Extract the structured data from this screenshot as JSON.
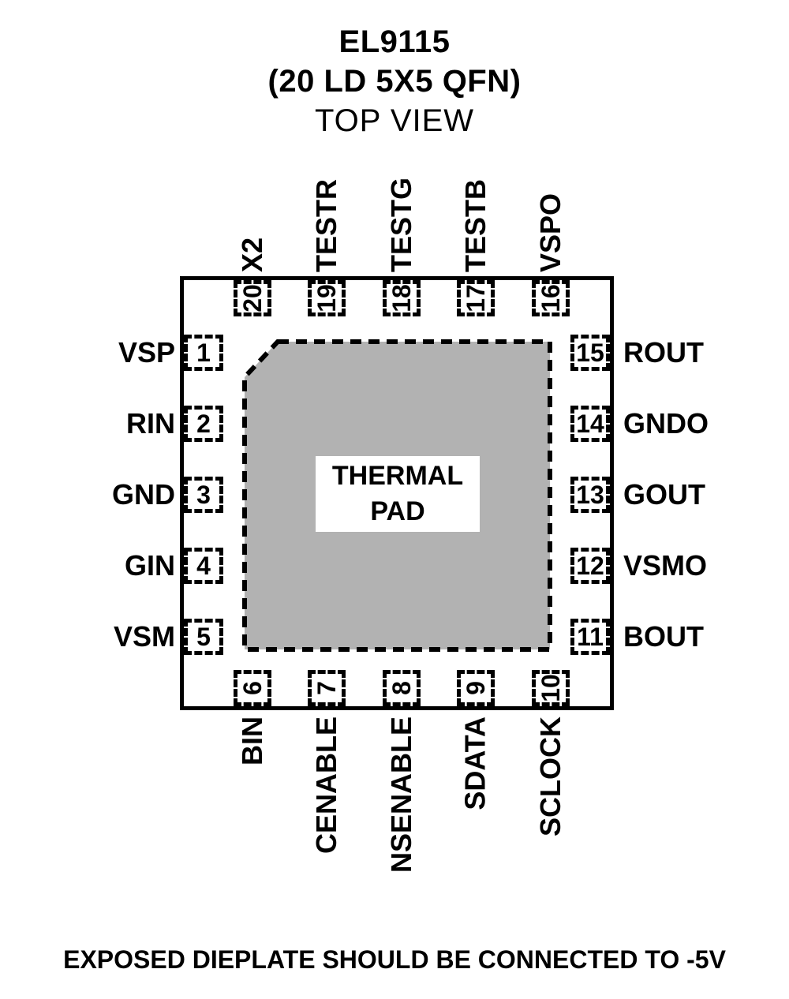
{
  "title": {
    "line1": "EL9115",
    "line2": "(20 LD 5X5 QFN)",
    "line3": "TOP VIEW"
  },
  "thermal_pad": {
    "label_line1": "THERMAL",
    "label_line2": "PAD"
  },
  "colors": {
    "pad_gray": "#b2b2b2",
    "ink": "#000000",
    "background": "#ffffff"
  },
  "pins": {
    "left": [
      {
        "number": "1",
        "name": "VSP"
      },
      {
        "number": "2",
        "name": "RIN"
      },
      {
        "number": "3",
        "name": "GND"
      },
      {
        "number": "4",
        "name": "GIN"
      },
      {
        "number": "5",
        "name": "VSM"
      }
    ],
    "bottom": [
      {
        "number": "6",
        "name": "BIN"
      },
      {
        "number": "7",
        "name": "CENABLE"
      },
      {
        "number": "8",
        "name": "NSENABLE"
      },
      {
        "number": "9",
        "name": "SDATA"
      },
      {
        "number": "10",
        "name": "SCLOCK"
      }
    ],
    "right": [
      {
        "number": "11",
        "name": "BOUT"
      },
      {
        "number": "12",
        "name": "VSMO"
      },
      {
        "number": "13",
        "name": "GOUT"
      },
      {
        "number": "14",
        "name": "GNDO"
      },
      {
        "number": "15",
        "name": "ROUT"
      }
    ],
    "top": [
      {
        "number": "16",
        "name": "VSPO"
      },
      {
        "number": "17",
        "name": "TESTB"
      },
      {
        "number": "18",
        "name": "TESTG"
      },
      {
        "number": "19",
        "name": "TESTR"
      },
      {
        "number": "20",
        "name": "X2"
      }
    ]
  },
  "footer": {
    "note": "EXPOSED DIEPLATE SHOULD BE CONNECTED TO -5V"
  }
}
